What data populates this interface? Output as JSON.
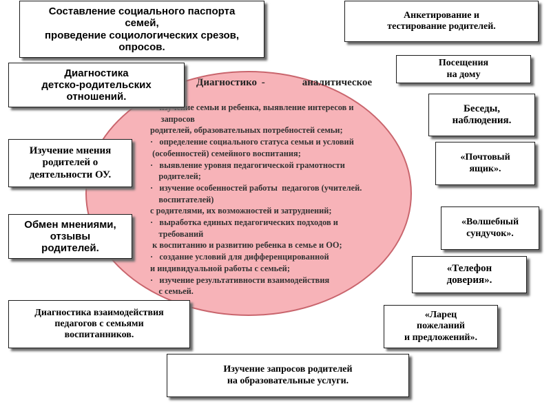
{
  "center": {
    "title": "Диагностико -        аналитическое",
    "lines": [
      "·   изучение семьи и ребенка, выявление интересов и",
      "     запросов",
      "родителей, образовательных потребностей семьи;",
      "·   определение социального статуса семьи и условий",
      " (особенностей) семейного воспитания;",
      "·   выявление уровня педагогической грамотности",
      "    родителей;",
      "·   изучение особенностей работы  педагогов (учителей.",
      "    воспитателей)",
      "с родителями, их возможностей и затруднений;",
      "·   выработка единых педагогических подходов и",
      "    требований",
      " к воспитанию и развитию ребенка в семье и ОО;",
      "·   создание условий для дифференцированной",
      "и индивидуальной работы с семьей;",
      "·   изучение результативности взаимодействия",
      "    с семьей."
    ]
  },
  "boxes": {
    "passport": "Составление социального паспорта\nсемей,\nпроведение социологических срезов,\nопросов.",
    "questionnaire": "Анкетирование и\nтестирование родителей.",
    "visits": "Посещения\nна дому",
    "child_parent": "Диагностика\nдетско-родительских\nотношений.",
    "talks": "Беседы,\nнаблюдения.",
    "opinion": "Изучение мнения\nродителей о\nдеятельности ОУ.",
    "mailbox": "«Почтовый\nящик».",
    "exchange": "Обмен мнениями,\nотзывы\nродителей.",
    "magic_chest": "«Волшебный\nсундучок».",
    "hotline": "«Телефон\nдоверия».",
    "interaction": "Диагностика взаимодействия\nпедагогов с семьями\nвоспитанников.",
    "wish_box": "«Ларец\nпожеланий\nи предложений».",
    "requests": "Изучение запросов родителей\nна образовательные услуги."
  }
}
